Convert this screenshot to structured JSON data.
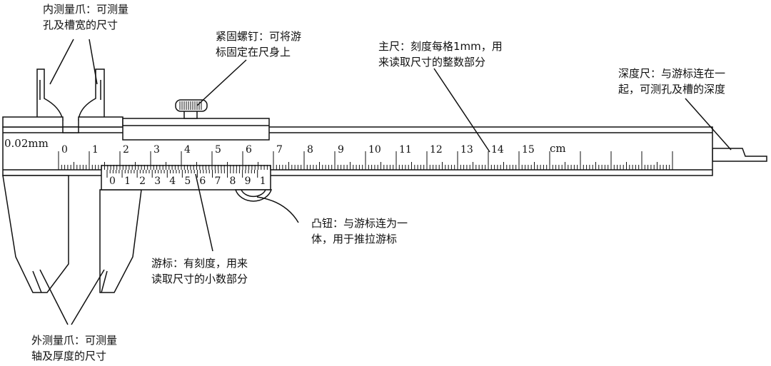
{
  "labels": {
    "inner_jaw": [
      "内测量爪：可测量",
      "孔及槽宽的尺寸"
    ],
    "lock_screw": [
      "紧固螺钉：可将游",
      "标固定在尺身上"
    ],
    "main_scale": [
      "主尺：刻度每格1mm，用",
      "来读取尺寸的整数部分"
    ],
    "depth_rod": [
      "深度尺：与游标连在一",
      "起，可测孔及槽的深度"
    ],
    "thumb_knob": [
      "凸钮：与游标连为一",
      "体，用于推拉游标"
    ],
    "vernier": [
      "游标：有刻度，用来",
      "读取尺寸的小数部分"
    ],
    "outer_jaw": [
      "外测量爪：可测量",
      "轴及厚度的尺寸"
    ]
  },
  "main_scale": {
    "precision_label": "0.02mm",
    "numbers": [
      "0",
      "1",
      "2",
      "3",
      "4",
      "5",
      "6",
      "7",
      "8",
      "9",
      "10",
      "11",
      "12",
      "13",
      "14",
      "15"
    ],
    "unit": "cm"
  },
  "vernier_scale": {
    "numbers": [
      "0",
      "1",
      "2",
      "3",
      "4",
      "5",
      "6",
      "7",
      "8",
      "9",
      "1"
    ]
  }
}
